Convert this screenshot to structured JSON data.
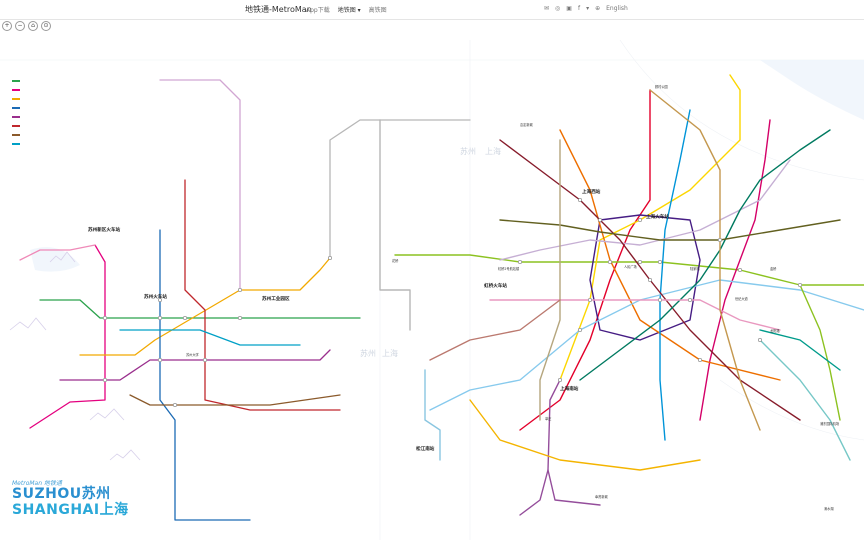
{
  "header": {
    "brand": "地铁通-MetroMan",
    "nav": [
      "App下载",
      "地铁图 ▾",
      "高铁图"
    ],
    "lang": "English"
  },
  "icons": [
    "mail-icon",
    "weibo-icon",
    "instagram-icon",
    "facebook-icon",
    "more-icon",
    "globe-icon"
  ],
  "zoom": [
    "+",
    "−",
    "⌂",
    "⊙"
  ],
  "logo": {
    "tag": "MetroMan 地铁通",
    "suzhou": "SUZHOU苏州",
    "shanghai": "SHANGHAI上海"
  },
  "regions": {
    "suzhou": "苏州",
    "shanghai": "上海"
  },
  "colors": {
    "sz1": "#2ba24c",
    "sz2": "#e4007f",
    "sz3": "#f2a900",
    "sz4": "#1c6bb5",
    "sz5": "#9a2f8d",
    "sh1": "#e3002b",
    "sh2": "#8cc220",
    "sh3": "#fcd600",
    "sh4": "#461d84",
    "sh5": "#944d9b",
    "sh6": "#d40068",
    "sh7": "#ed6f00",
    "sh8": "#0094d8",
    "sh9": "#87caed",
    "sh10": "#c6afd4",
    "sh11": "#871c2b",
    "sh12": "#007a60",
    "sh13": "#e999c0",
    "sh14": "#626020",
    "sh15": "#b5a67e",
    "sh16": "#77c8c7",
    "sh17": "#bb796f",
    "sh18": "#c4984f"
  },
  "stations": {
    "suzhou_nst": "苏州新区火车站",
    "suzhou_st": "苏州火车站",
    "suzhou_center": "苏州大学",
    "suzhou_park": "苏州工业园区",
    "sh_west": "上海西站",
    "sh_rail": "上海火车站",
    "sh_hongqiao": "虹桥火车站",
    "sh_hongqiao2": "虹桥2号航站楼",
    "sh_south": "上海南站",
    "sh_songjiang": "松江南站",
    "sh_anting": "嘉定新城",
    "sh_pudong": "浦东国际机场",
    "sh_renmin": "人民广场",
    "sh_lujiazui": "陆家嘴",
    "sh_dishui": "滴水湖",
    "sh_hangzhou": "花桥",
    "sh_gucun": "顾村公园",
    "sh_fengxian": "奉贤新城",
    "sh_xinzhuang": "莘庄",
    "sh_shiji": "世纪大道",
    "sh_jinqiao": "金桥",
    "sh_longyang": "龙阳路"
  }
}
